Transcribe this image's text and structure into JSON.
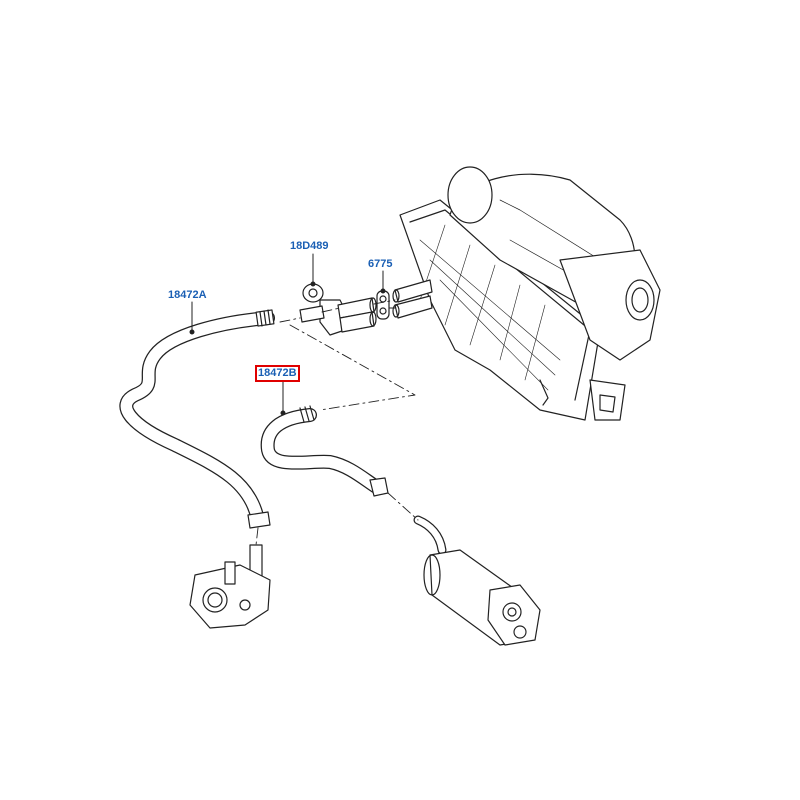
{
  "callouts": {
    "hose_a": "18472A",
    "hose_b": "18472B",
    "valve": "18D489",
    "gasket": "6775"
  },
  "selected_callout": "18472B",
  "colors": {
    "callout_text": "#1a5fb4",
    "highlight": "#e00000",
    "line": "#222222"
  }
}
